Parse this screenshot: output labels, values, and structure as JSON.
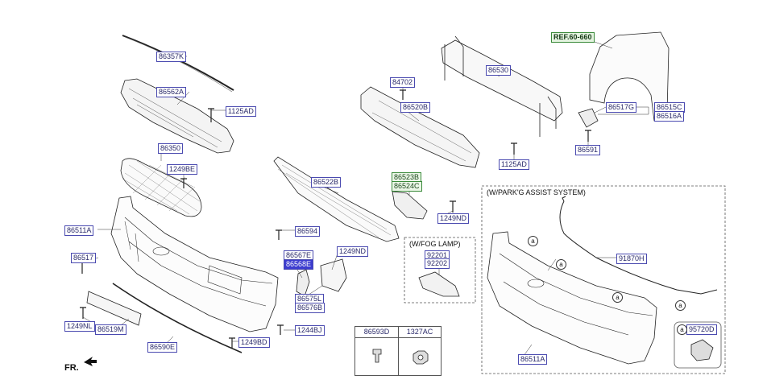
{
  "parts": [
    {
      "code": "86357K"
    },
    {
      "code": "86562A"
    },
    {
      "code": "1125AD"
    },
    {
      "code": "86350"
    },
    {
      "code": "1249BE"
    },
    {
      "code": "86511A"
    },
    {
      "code": "86517"
    },
    {
      "code": "1249NL"
    },
    {
      "code": "86519M"
    },
    {
      "code": "86590E"
    },
    {
      "code": "1249BD"
    },
    {
      "code": "86594"
    },
    {
      "code": "86567E"
    },
    {
      "code": "86568E",
      "highlight": true
    },
    {
      "code": "1249ND"
    },
    {
      "code": "86575L"
    },
    {
      "code": "86576B"
    },
    {
      "code": "1244BJ"
    },
    {
      "code": "86522B"
    },
    {
      "code": "86523B"
    },
    {
      "code": "86524C"
    },
    {
      "code": "1249ND"
    },
    {
      "code": "84702"
    },
    {
      "code": "86520B"
    },
    {
      "code": "86530"
    },
    {
      "code": "1125AD"
    },
    {
      "code": "REF.60-660"
    },
    {
      "code": "86517G"
    },
    {
      "code": "86515C"
    },
    {
      "code": "86516A"
    },
    {
      "code": "86591"
    },
    {
      "code": "92201"
    },
    {
      "code": "92202"
    },
    {
      "code": "91870H"
    },
    {
      "code": "86511A"
    },
    {
      "code": "95720D"
    }
  ],
  "notes": {
    "fog_lamp": "(W/FOG LAMP)",
    "park_assist": "(W/PARK'G ASSIST SYSTEM)",
    "front": "FR."
  },
  "callout_letter": "a",
  "fastener_table": [
    "86593D",
    "1327AC"
  ],
  "colors": {
    "label_border": "#4a4ab0",
    "label_highlight": "#3c3ccf",
    "ref_green": "#3a8a3a",
    "line": "#222222"
  }
}
